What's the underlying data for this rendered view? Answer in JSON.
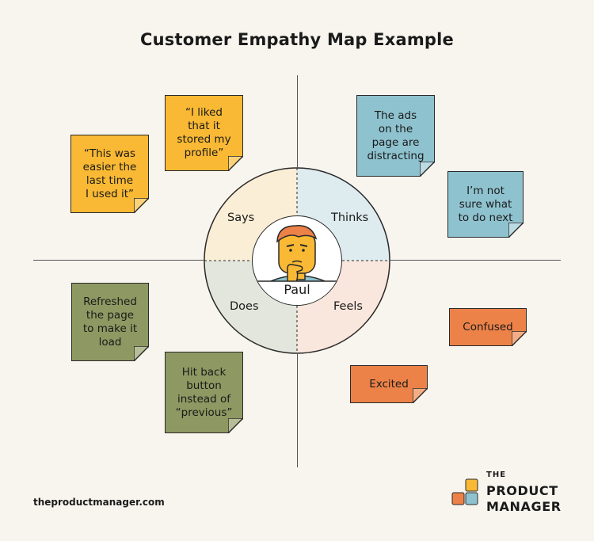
{
  "title": "Customer Empathy Map Example",
  "persona": {
    "name": "Paul"
  },
  "quadrants": {
    "says": "Says",
    "thinks": "Thinks",
    "does": "Does",
    "feels": "Feels"
  },
  "notes": {
    "says_1": "“This was\neasier the\nlast time\nI used it”",
    "says_2": "“I liked\nthat it\nstored my\nprofile”",
    "thinks_1": "The ads\non the\npage are\ndistracting",
    "thinks_2": "I’m not\nsure what\nto do next",
    "does_1": "Refreshed\nthe page\nto make it\nload",
    "does_2": "Hit back\nbutton\ninstead of\n“previous”",
    "feels_1": "Confused",
    "feels_2": "Excited"
  },
  "footer": {
    "url": "theproductmanager.com",
    "logo_the": "THE",
    "logo_line1": "PRODUCT",
    "logo_line2": "MANAGER"
  },
  "colors": {
    "background": "#f8f5ef",
    "says_note": "#f9b934",
    "thinks_note": "#8ec2cf",
    "does_note": "#8e9862",
    "feels_note": "#ec8248",
    "says_quadrant": "#fbeed6",
    "thinks_quadrant": "#deebef",
    "does_quadrant": "#e3e6dc",
    "feels_quadrant": "#f9e6dc"
  }
}
